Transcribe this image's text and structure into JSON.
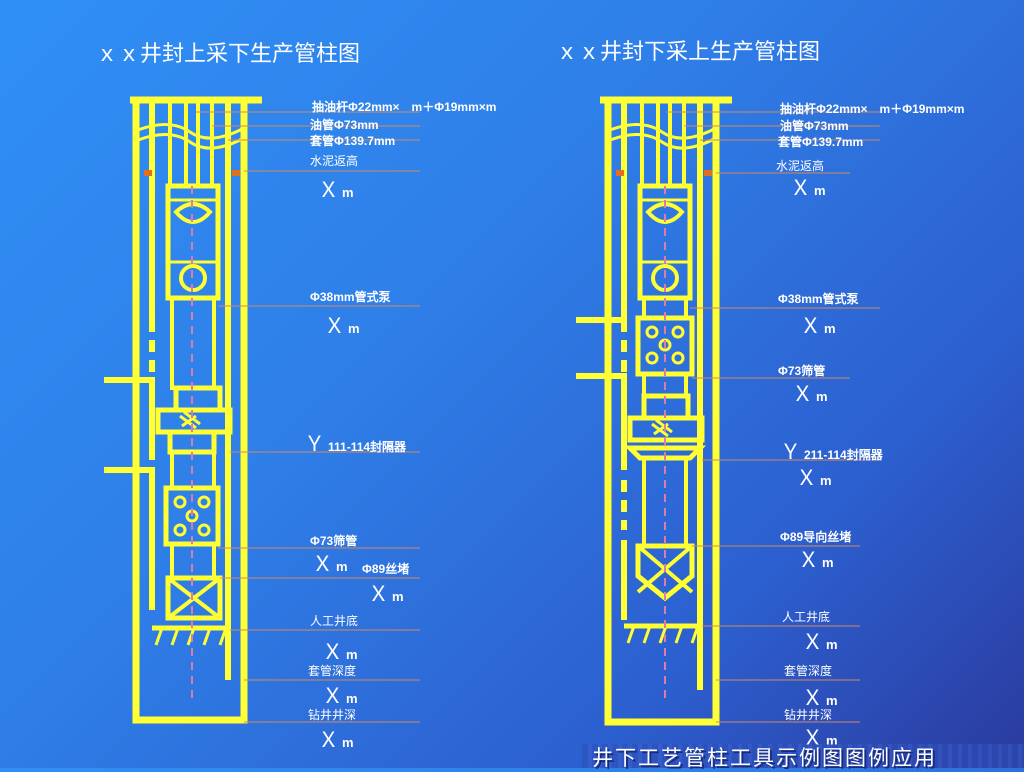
{
  "left": {
    "title": "ｘｘ井封上采下生产管柱图",
    "rod_label": "抽油杆Φ22mm×　m＋Φ19mm×m",
    "tubing_label": "油管Φ73mm",
    "casing_label": "套管Φ139.7mm",
    "cement_label": "水泥返高",
    "cement_x": "Ｘ",
    "pump_label": "Φ38mm管式泵",
    "pump_x": "Ｘ",
    "packer_sym": "Ｙ",
    "packer_label": "111-114封隔器",
    "screen_label": "Φ73筛管",
    "screen_x": "Ｘ",
    "plug_label": "Φ89丝堵",
    "plug_x": "Ｘ",
    "bottom_label": "人工井底",
    "bottom_x": "Ｘ",
    "casing_depth_label": "套管深度",
    "casing_depth_x": "Ｘ",
    "drill_depth_label": "钻井井深",
    "drill_depth_x": "Ｘ"
  },
  "right": {
    "title": "ｘｘ井封下采上生产管柱图",
    "rod_label": "抽油杆Φ22mm×　m＋Φ19mm×m",
    "tubing_label": "油管Φ73mm",
    "casing_label": "套管Φ139.7mm",
    "cement_label": "水泥返高",
    "cement_x": "Ｘ",
    "pump_label": "Φ38mm管式泵",
    "pump_x": "Ｘ",
    "screen_label": "Φ73筛管",
    "screen_x": "Ｘ",
    "packer_sym": "Ｙ",
    "packer_label": "211-114封隔器",
    "packer_x": "Ｘ",
    "plug_label": "Φ89导向丝堵",
    "plug_x": "Ｘ",
    "bottom_label": "人工井底",
    "bottom_x": "Ｘ",
    "casing_depth_label": "套管深度",
    "casing_depth_x": "Ｘ",
    "drill_depth_label": "钻井井深",
    "drill_depth_x": "Ｘ"
  },
  "unit": "m",
  "caption": "井下工艺管柱工具示例图图例应用",
  "colors": {
    "pipe": "#ffff33",
    "leader": "#d08a60",
    "axis": "#e07aa8",
    "cement_mark": "#e07020",
    "text": "#ffffff"
  }
}
